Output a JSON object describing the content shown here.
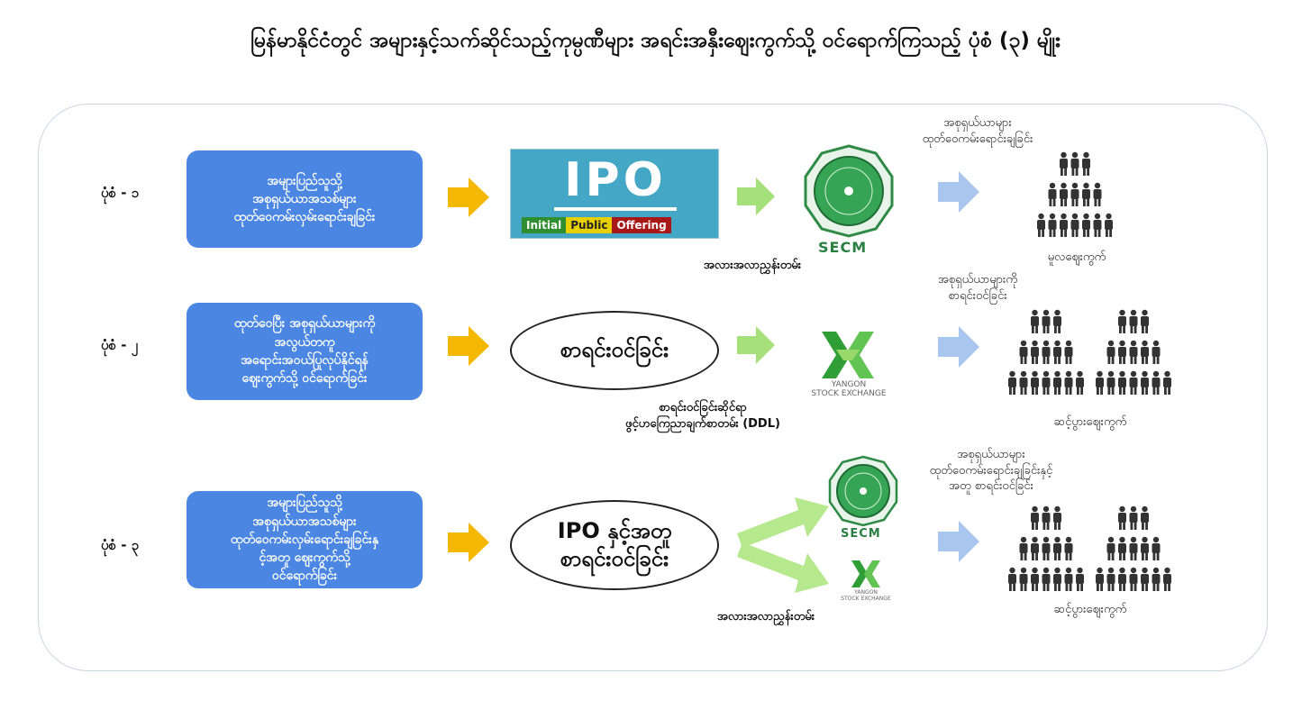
{
  "title": "မြန်မာနိုင်ငံတွင် အများနှင့်သက်ဆိုင်သည့်ကုမ္ပဏီများ အရင်းအနှီးဈေးကွက်သို့ ဝင်ရောက်ကြသည့် ပုံစံ (၃) မျိုး",
  "rows": [
    {
      "type_label": "ပုံစံ - ၁",
      "description": "အများပြည်သူသို့\nအစုရှယ်ယာအသစ်များ\nထုတ်ဝေကမ်းလှမ်းရောင်းချခြင်း",
      "below_caption": "အလားအလာညွှန်းတမ်း",
      "outcome_text": "အစုရှယ်ယာများ\nထုတ်ဝေကမ်းရောင်းချခြင်း",
      "market_label": "မူလဈေးကွက်"
    },
    {
      "type_label": "ပုံစံ - ၂",
      "description": "ထုတ်ဝေပြီး အစုရှယ်ယာများကို\nအလွယ်တကူ\nအရောင်းအဝယ်ပြုလုပ်နိုင်ရန်\nဈေးကွက်သို့ ဝင်ရောက်ခြင်း",
      "ellipse_text": "စာရင်းဝင်ခြင်း",
      "below_caption": "စာရင်းဝင်ခြင်းဆိုင်ရာ\nဖွင့်ဟကြေညာချက်စာတမ်း (DDL)",
      "outcome_text": "အစုရှယ်ယာများကို\nစာရင်းဝင်ခြင်း",
      "market_label": "ဆင့်ပွားဈေးကွက်"
    },
    {
      "type_label": "ပုံစံ - ၃",
      "description": "အများပြည်သူသို့\nအစုရှယ်ယာအသစ်များ\nထုတ်ဝေကမ်းလှမ်းရောင်းချခြင်းနှ\nင့်အတူ ဈေးကွက်သို့\nဝင်ရောက်ခြင်း",
      "ellipse_text": "IPO နှင့်အတူ\nစာရင်းဝင်ခြင်း",
      "below_caption": "အလားအလာညွှန်းတမ်း",
      "outcome_text": "အစုရှယ်ယာများ\nထုတ်ဝေကမ်းရောင်းချခြင်းနှင့်\nအတူ စာရင်းဝင်ခြင်း",
      "market_label": "ဆင့်ပွားဈေးကွက်"
    }
  ],
  "ipo_logo": {
    "word": "IPO",
    "bar": [
      "Initial",
      "Public",
      "Offering"
    ]
  },
  "secm_logo": {
    "text": "SECM"
  },
  "ysx_logo": {
    "line1": "YANGON",
    "line2": "STOCK EXCHANGE"
  },
  "colors": {
    "blue_box": "#4a86e2",
    "arrow_yellow": "#f5b800",
    "arrow_green": "#a6e07a",
    "arrow_blue": "#a9c6ee",
    "secm_green": "#2e8b46",
    "ysx_green": "#3fae3a",
    "people": "#333333"
  }
}
